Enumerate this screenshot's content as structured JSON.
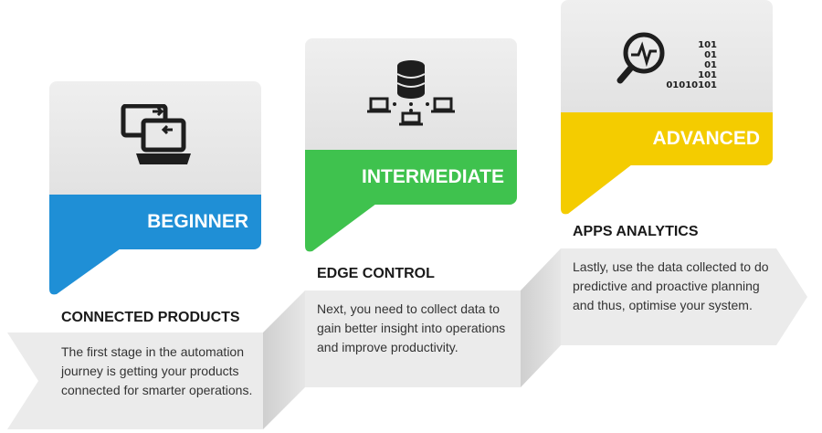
{
  "steps": [
    {
      "level": "BEGINNER",
      "title": "CONNECTED PRODUCTS",
      "description": "The first stage in the automation journey is getting your products connected for smarter operations.",
      "icon": "laptop-sync-icon",
      "color": "#1f8fd6"
    },
    {
      "level": "INTERMEDIATE",
      "title": "EDGE CONTROL",
      "description": "Next, you need to collect data to gain better insight into operations and improve productivity.",
      "icon": "database-network-icon",
      "color": "#3fc24e"
    },
    {
      "level": "ADVANCED",
      "title": "APPS ANALYTICS",
      "description": "Lastly, use the data collected to do predictive and proactive planning and thus, optimise your system.",
      "icon": "analytics-binary-icon",
      "color": "#f4cc00",
      "binary_lines": [
        "101",
        "01",
        "01",
        "101",
        "01010101"
      ]
    }
  ]
}
